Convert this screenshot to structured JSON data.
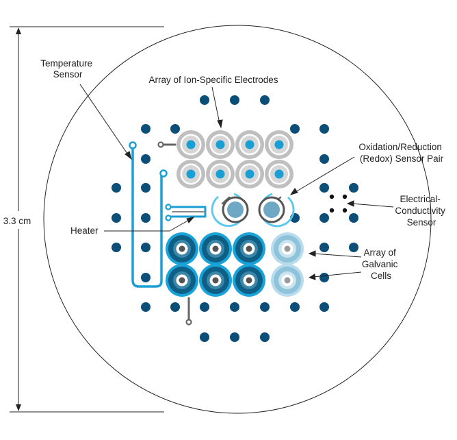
{
  "labels": {
    "dimension": "3.3 cm",
    "temperature_sensor": [
      "Temperature",
      "Sensor"
    ],
    "ion_array": "Array of Ion-Specific Electrodes",
    "redox": [
      "Oxidation/Reduction",
      "(Redox) Sensor Pair"
    ],
    "conductivity": [
      "Electrical-",
      "Conductivity",
      "Sensor"
    ],
    "heater": "Heater",
    "galvanic": [
      "Array of",
      "Galvanic",
      "Cells"
    ]
  },
  "colors": {
    "dark_dot": "#0b4f78",
    "wire": "#1a9fd4",
    "grey_ring": "#bfbfbf",
    "ion_center": "#1a9fd4",
    "galvanic_dark": "#0e5f86",
    "galvanic_light": "#8fc3d9",
    "redox_fill": "#6fa8c4",
    "outline": "#222222"
  }
}
